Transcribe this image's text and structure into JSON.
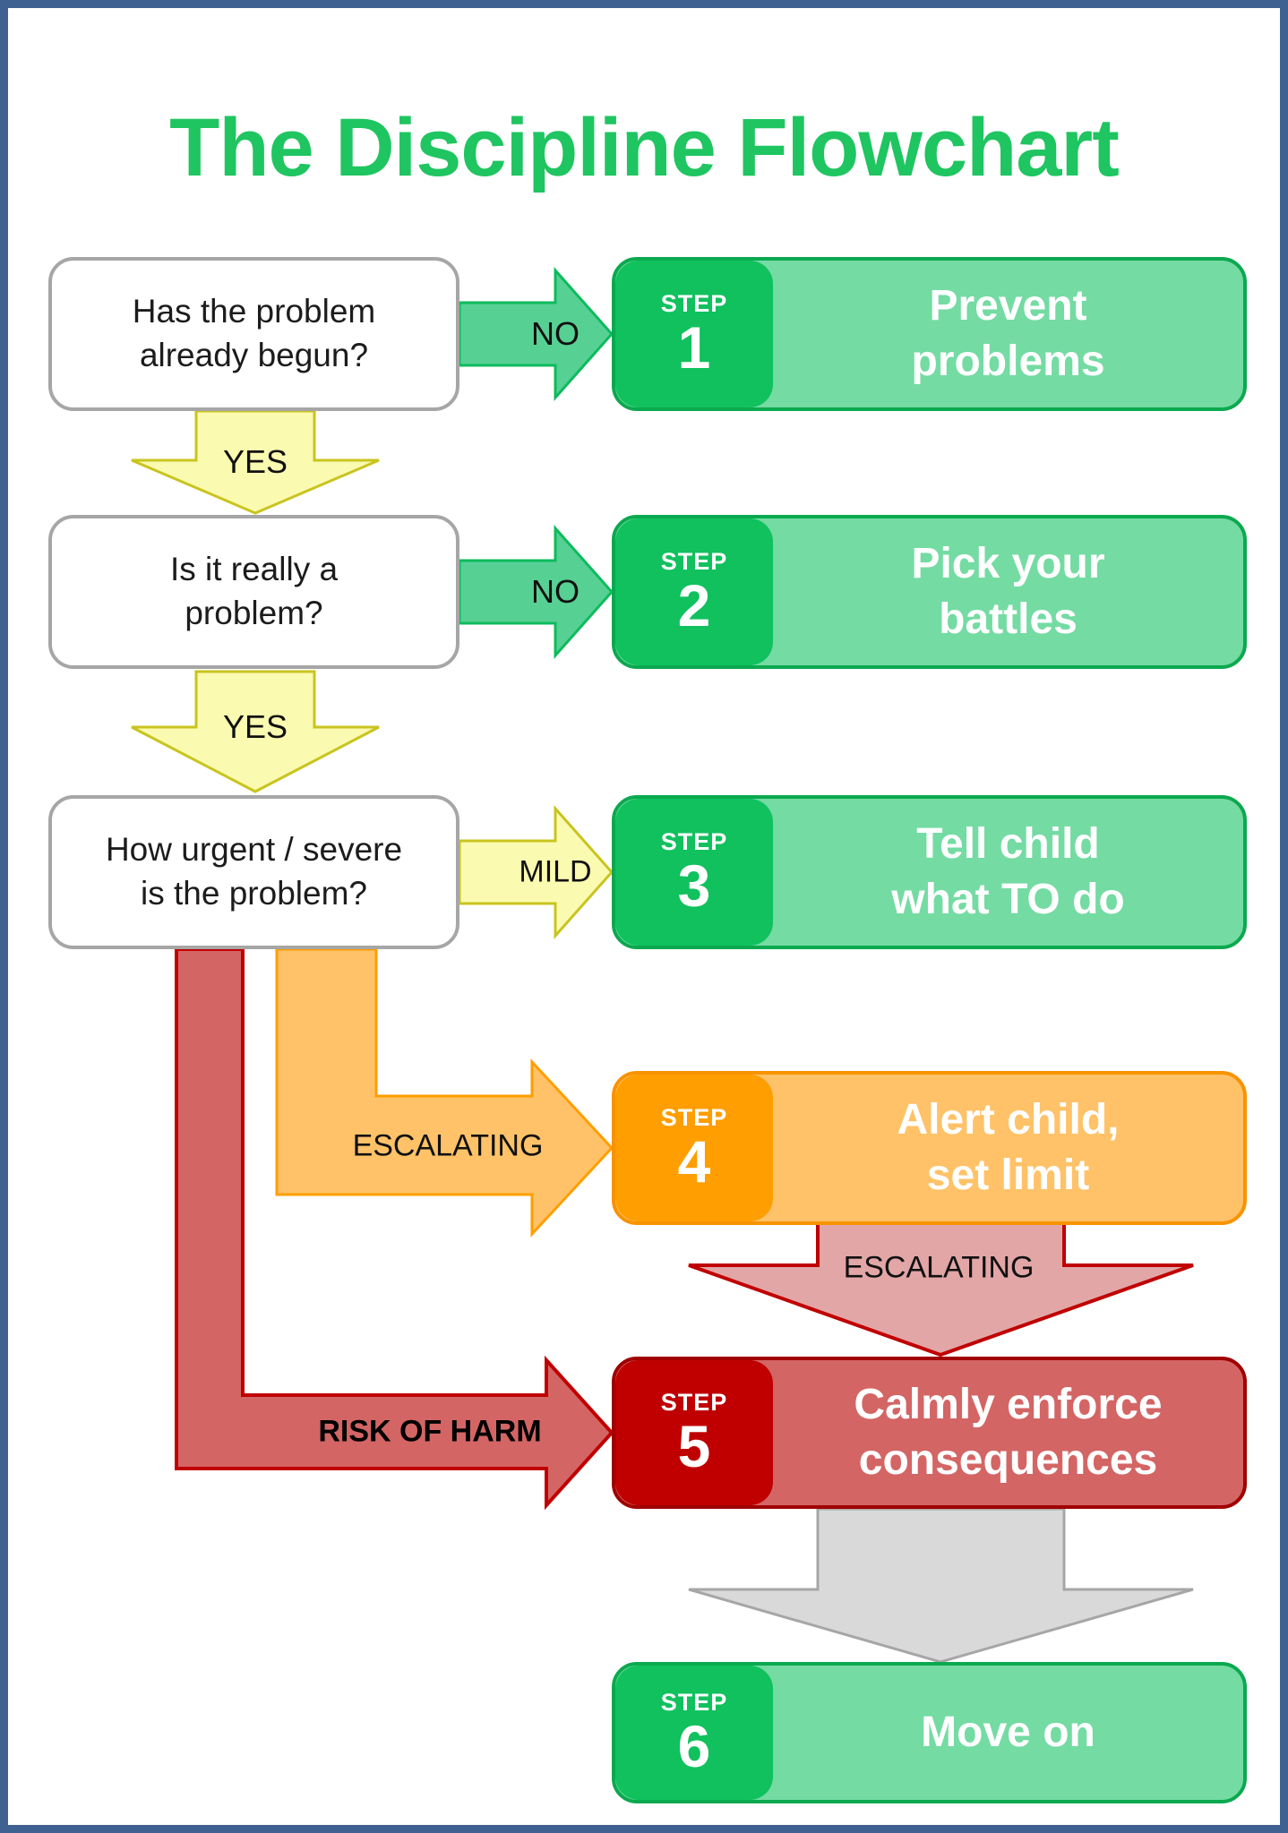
{
  "page": {
    "title": "The Discipline Flowchart"
  },
  "colors": {
    "page_border": "#3E6191",
    "title_green": "#1FC560",
    "step_green_dark": "#10C15E",
    "step_green_light": "#74DBA3",
    "green_outline": "#0BA94F",
    "no_arrow_fill": "#57D094",
    "no_arrow_stroke": "#0CBB5C",
    "yes_arrow_fill": "#FAFAB0",
    "yes_arrow_stroke": "#C9C41F",
    "orange_dark": "#FF9E00",
    "orange_light": "#FFC268",
    "orange_outline": "#F89300",
    "red_dark": "#C00000",
    "red_light": "#D46565",
    "red_outline": "#A00000",
    "pink_arrow_fill": "#E2A6A6",
    "gray_arrow_fill": "#D9D9D9",
    "gray_arrow_stroke": "#A6A6A6",
    "question_border": "#A6A6A6"
  },
  "questions": [
    {
      "lines": [
        "Has the problem",
        "already begun?"
      ]
    },
    {
      "lines": [
        "Is it really a",
        "problem?"
      ]
    },
    {
      "lines": [
        "How urgent / severe",
        "is the problem?"
      ]
    }
  ],
  "connectors": {
    "no_1": "NO",
    "yes_1": "YES",
    "no_2": "NO",
    "yes_2": "YES",
    "mild": "MILD",
    "escalating_to_step4": "ESCALATING",
    "escalating_to_step5": "ESCALATING",
    "risk_of_harm": "RISK OF HARM"
  },
  "steps": [
    {
      "badge": "STEP",
      "number": "1",
      "lines": [
        "Prevent",
        "problems"
      ]
    },
    {
      "badge": "STEP",
      "number": "2",
      "lines": [
        "Pick your",
        "battles"
      ]
    },
    {
      "badge": "STEP",
      "number": "3",
      "lines": [
        "Tell child",
        "what TO do"
      ]
    },
    {
      "badge": "STEP",
      "number": "4",
      "lines": [
        "Alert child,",
        "set limit"
      ]
    },
    {
      "badge": "STEP",
      "number": "5",
      "lines": [
        "Calmly enforce",
        "consequences"
      ]
    },
    {
      "badge": "STEP",
      "number": "6",
      "lines": [
        "Move on"
      ]
    }
  ]
}
